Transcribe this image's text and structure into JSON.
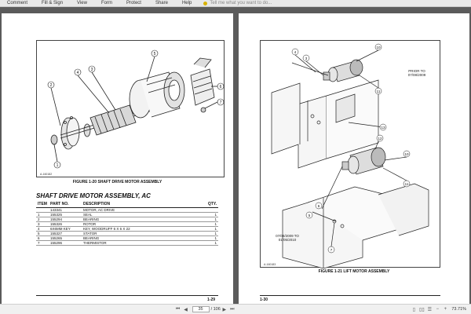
{
  "menu": {
    "items": [
      "Comment",
      "Fill & Sign",
      "View",
      "Form",
      "Protect",
      "Share",
      "Help"
    ],
    "search_placeholder": "Tell me what you want to do..."
  },
  "left_page": {
    "figure_caption": "FIGURE 1-20 SHAFT DRIVE MOTOR ASSEMBLY",
    "figure_id": "A-160182",
    "section_title": "SHAFT DRIVE MOTOR ASSEMBLY, AC",
    "table_headers": [
      "ITEM",
      "PART NO.",
      "DESCRIPTION",
      "QTY."
    ],
    "rows": [
      {
        "item": "",
        "part": "143341",
        "desc": "MOTOR, AC DRIVE",
        "qty": ""
      },
      {
        "item": "1",
        "part": "155325",
        "desc": "SEAL",
        "qty": "1"
      },
      {
        "item": "2",
        "part": "155294",
        "desc": "BEARING",
        "qty": "1"
      },
      {
        "item": "3",
        "part": "155326",
        "desc": "ROTOR",
        "qty": "1"
      },
      {
        "item": "4",
        "part": "6X6MM KEY",
        "desc": "KEY, WOODRUFF 6 X 6 X 22",
        "qty": "1"
      },
      {
        "item": "5",
        "part": "155327",
        "desc": "STATOR",
        "qty": "1"
      },
      {
        "item": "6",
        "part": "155265",
        "desc": "BEARING",
        "qty": "1"
      },
      {
        "item": "7",
        "part": "155296",
        "desc": "THERMISTOR",
        "qty": "1"
      }
    ],
    "page_number": "1-29"
  },
  "right_page": {
    "figure_caption": "FIGURE 1-21 LIFT MOTOR ASSEMBLY",
    "figure_id": "A-160183",
    "note_top": "PRIOR TO\n07/08/2009",
    "note_bottom": "07/08/2009 TO\n01/05/2010",
    "page_number": "1-30"
  },
  "status": {
    "page_current": "35",
    "page_total": "/ 106",
    "zoom": "73.71%"
  }
}
